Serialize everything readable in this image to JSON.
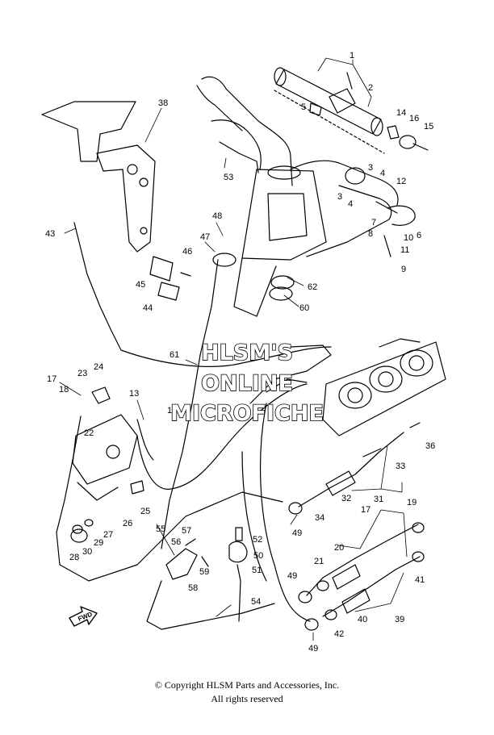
{
  "watermark": {
    "line1": "HLSM'S",
    "line2": "ONLINE",
    "line3": "MICROFICHE"
  },
  "fwd_label": "FWD",
  "callouts": [
    "1",
    "2",
    "3",
    "3",
    "4",
    "4",
    "5",
    "6",
    "7",
    "8",
    "9",
    "10",
    "11",
    "12",
    "13",
    "14",
    "15",
    "16",
    "17",
    "17",
    "18",
    "18",
    "19",
    "20",
    "21",
    "22",
    "23",
    "24",
    "25",
    "26",
    "27",
    "28",
    "29",
    "30",
    "31",
    "32",
    "33",
    "34",
    "36",
    "38",
    "39",
    "40",
    "41",
    "42",
    "43",
    "44",
    "45",
    "46",
    "47",
    "48",
    "49",
    "49",
    "49",
    "50",
    "51",
    "52",
    "53",
    "54",
    "55",
    "56",
    "57",
    "58",
    "59",
    "60",
    "61",
    "62"
  ],
  "footer": {
    "copyright": "© Copyright HLSM Parts and Accessories, Inc.",
    "rights": "All rights reserved"
  }
}
